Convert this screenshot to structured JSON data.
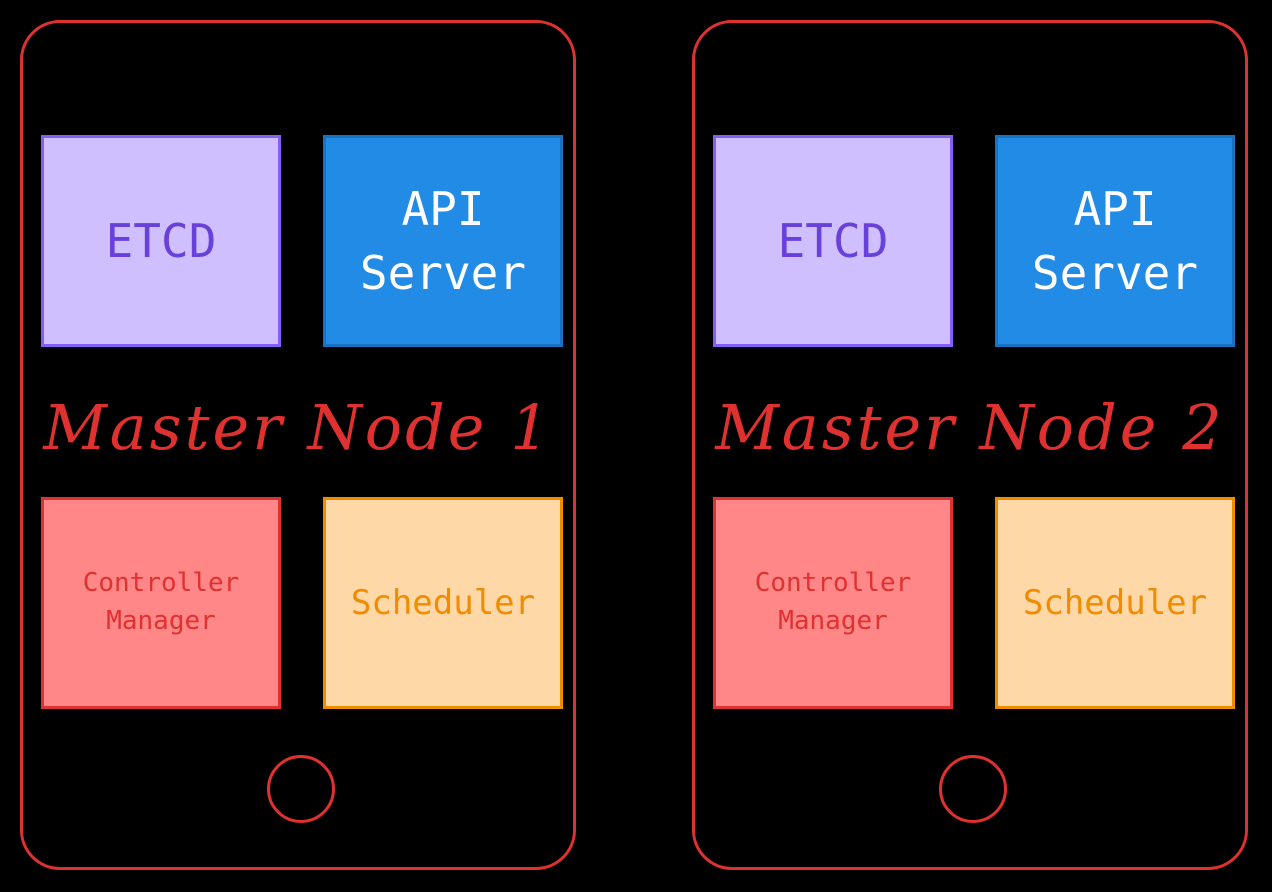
{
  "colors": {
    "background": "#000000",
    "node_border": "#e03131",
    "etcd_fill": "#d0bfff",
    "etcd_text": "#6741d9",
    "api_fill": "#228be6",
    "api_text": "#ffffff",
    "controller_fill": "#ff8787",
    "controller_text": "#e03131",
    "scheduler_fill": "#ffd8a8",
    "scheduler_text": "#f08c00"
  },
  "nodes": [
    {
      "title": "Master Node 1",
      "etcd": "ETCD",
      "api_server": "API\nServer",
      "controller_manager": "Controller\nManager",
      "scheduler": "Scheduler"
    },
    {
      "title": "Master Node 2",
      "etcd": "ETCD",
      "api_server": "API\nServer",
      "controller_manager": "Controller\nManager",
      "scheduler": "Scheduler"
    }
  ]
}
